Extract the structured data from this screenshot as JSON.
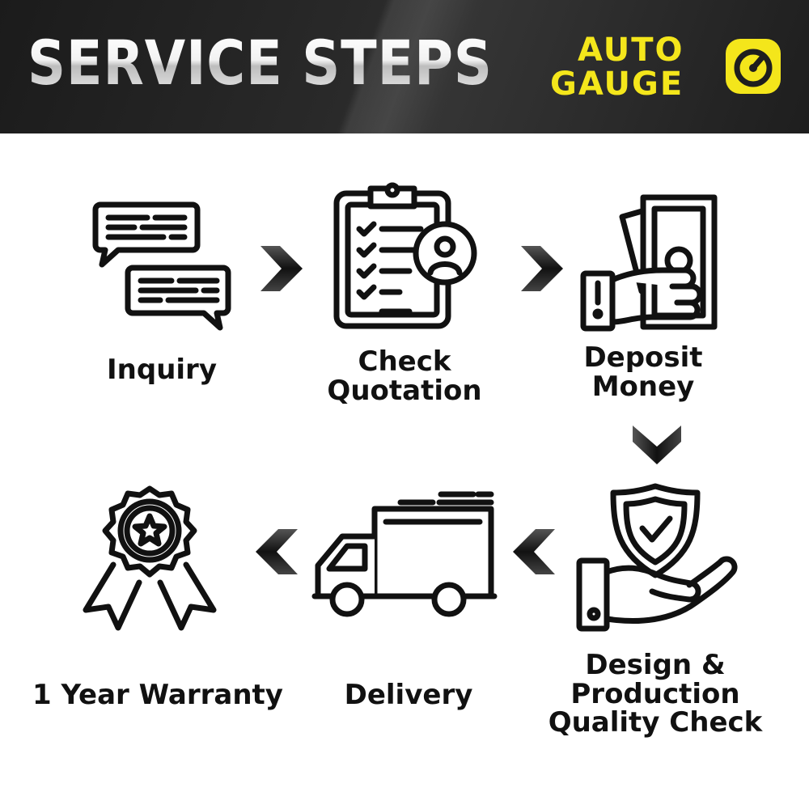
{
  "header": {
    "title": "SERVICE STEPS",
    "logo_line1": "AUTO",
    "logo_line2": "GAUGE",
    "logo_icon": "gauge-icon"
  },
  "colors": {
    "header_bg": "#1e1e1e",
    "brand_yellow": "#f4e61b",
    "icon_stroke": "#111111"
  },
  "steps": [
    {
      "icon": "chat-bubbles-icon",
      "label_lines": [
        "Inquiry"
      ]
    },
    {
      "icon": "clipboard-checklist-icon",
      "label_lines": [
        "Check",
        "Quotation"
      ]
    },
    {
      "icon": "hand-money-icon",
      "label_lines": [
        "Deposit",
        "Money"
      ]
    },
    {
      "icon": "hand-shield-check-icon",
      "label_lines": [
        "Design &",
        "Production",
        "Quality Check"
      ]
    },
    {
      "icon": "delivery-truck-icon",
      "label_lines": [
        "Delivery"
      ]
    },
    {
      "icon": "award-ribbon-icon",
      "label_lines": [
        "1 Year Warranty"
      ]
    }
  ]
}
